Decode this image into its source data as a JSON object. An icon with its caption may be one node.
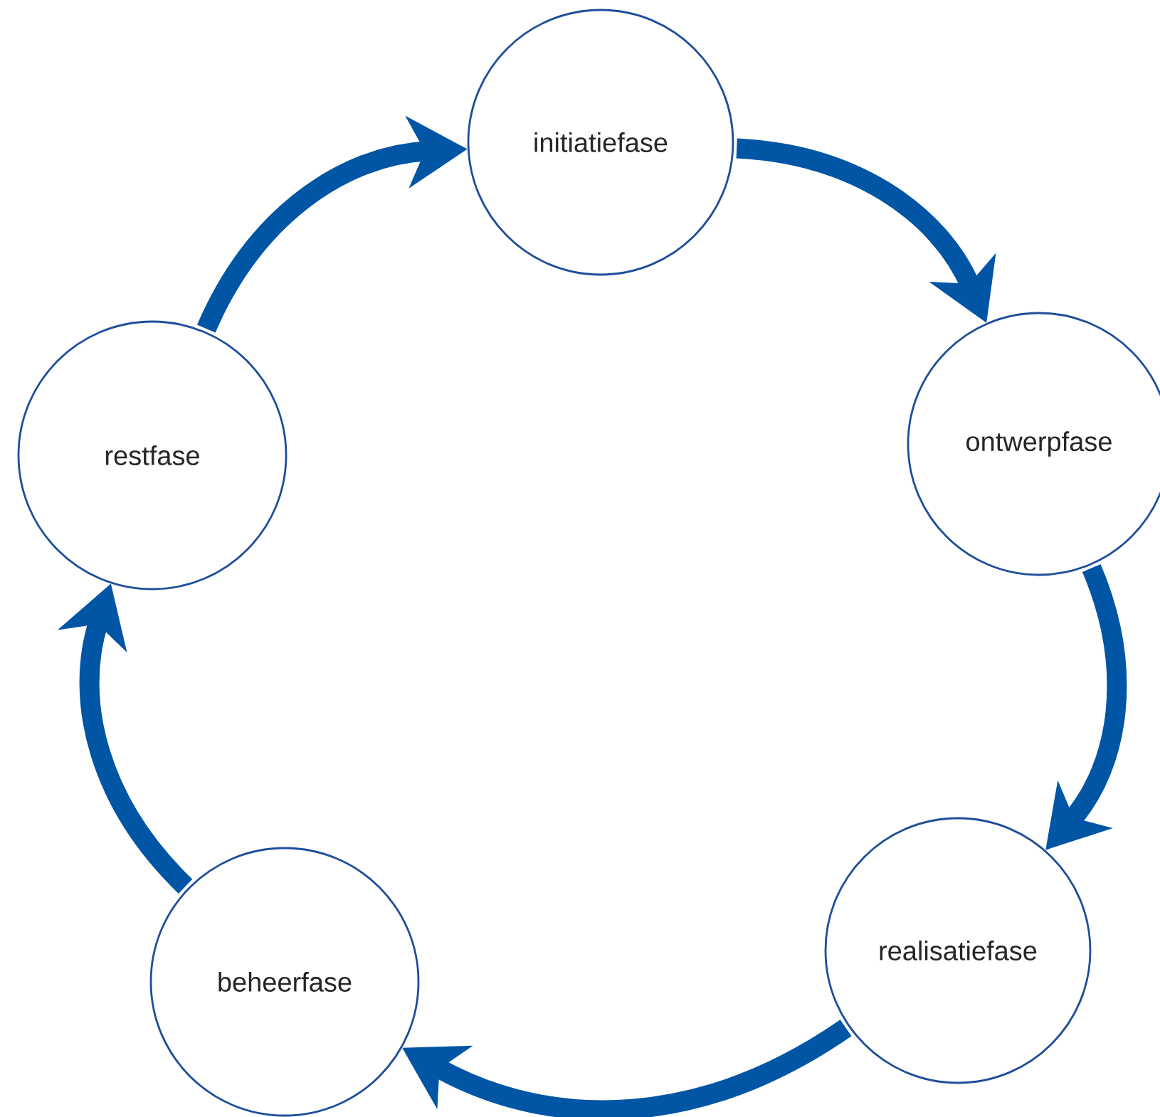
{
  "diagram": {
    "nodes": [
      {
        "text": [
          "initiatiefase"
        ]
      },
      {
        "text": [
          "ontwerpfase"
        ]
      },
      {
        "text": [
          "realisatiefase"
        ]
      },
      {
        "text": [
          "beheerfase"
        ]
      },
      {
        "text": [
          "restfase"
        ]
      }
    ],
    "edges": [
      {
        "from": 0,
        "to": 1,
        "arrow": "to"
      },
      {
        "from": 1,
        "to": 2,
        "arrow": "to"
      },
      {
        "from": 2,
        "to": 3,
        "arrow": "to"
      },
      {
        "from": 3,
        "to": 4,
        "arrow": "to"
      },
      {
        "from": 4,
        "to": 0,
        "arrow": "to"
      }
    ]
  }
}
